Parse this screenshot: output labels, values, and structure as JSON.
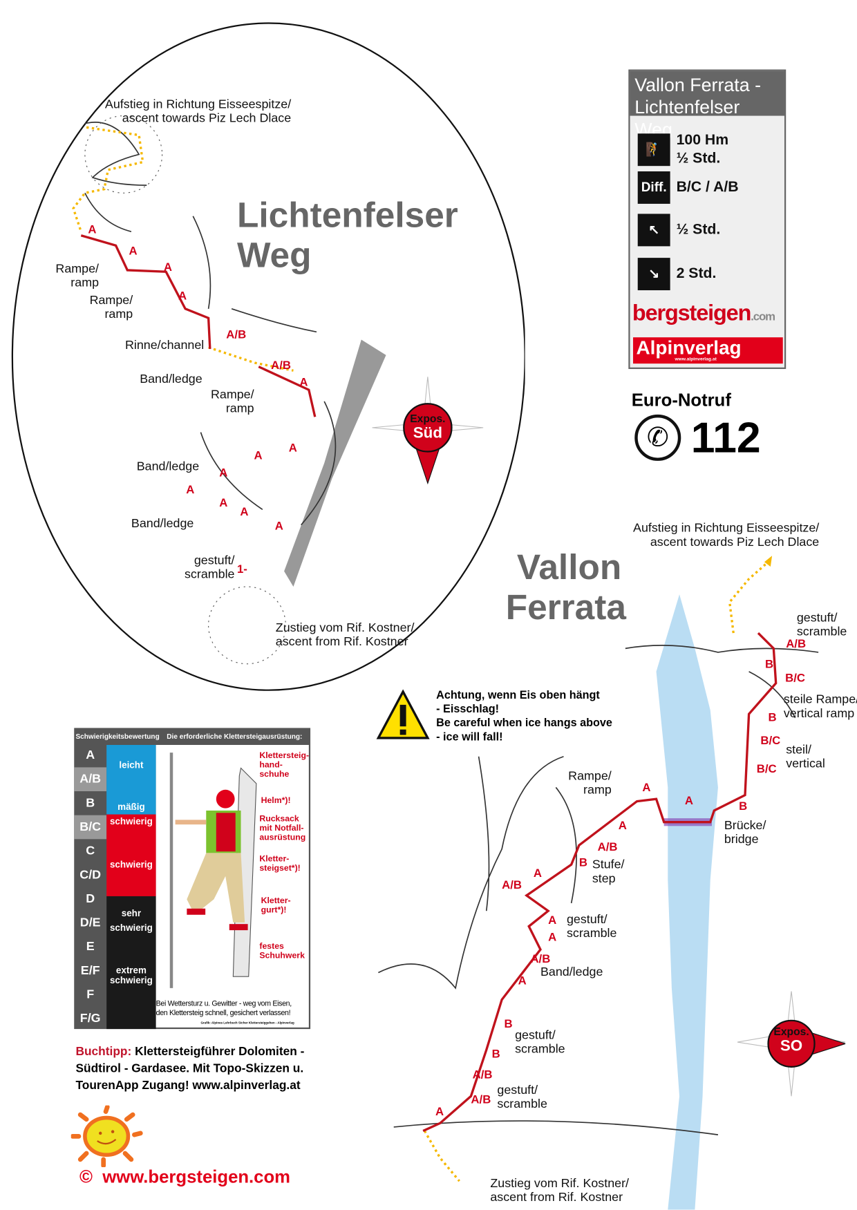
{
  "left_topo": {
    "title_line1": "Lichtenfelser",
    "title_line2": "Weg",
    "labels": [
      "Aufstieg in Richtung Eisseespitze/\nascent towards Piz Lech Dlace",
      "Rampe/\nramp",
      "Rampe/\nramp",
      "Rinne/channel",
      "Band/ledge",
      "Rampe/\nramp",
      "Band/ledge",
      "Band/ledge",
      "gestuft/\nscramble",
      "Zustieg vom Rif. Kostner/\nascent from Rif. Kostner"
    ],
    "grades": [
      "A",
      "A",
      "A",
      "A",
      "A/B",
      "A/B",
      "A",
      "A",
      "A",
      "A",
      "A",
      "A",
      "A",
      "A",
      "1-"
    ],
    "compass": {
      "line1": "Expos.",
      "line2": "Süd"
    }
  },
  "info_box": {
    "title": "Vallon Ferrata - Lichtenfelser Weg",
    "height_gain": "100 Hm",
    "climb_time": "½ Std.",
    "diff_icon": "Diff.",
    "difficulty": "B/C / A/B",
    "approach_time": "½ Std.",
    "descent_time": "2 Std.",
    "logo_bergsteigen": "bergsteigen",
    "logo_com": ".com",
    "logo_alpinverlag": "Alpinverlag",
    "logo_alpinverlag_url": "www.alpinverlag.at"
  },
  "emergency": {
    "label": "Euro-Notruf",
    "number": "112"
  },
  "right_topo": {
    "title_line1": "Vallon",
    "title_line2": "Ferrata",
    "labels": [
      "Aufstieg in Richtung Eisseespitze/\nascent towards Piz Lech Dlace",
      "gestuft/\nscramble",
      "steile Rampe/\nvertical ramp",
      "steil/\nvertical",
      "Rampe/\nramp",
      "Brücke/\nbridge",
      "Stufe/\nstep",
      "gestuft/\nscramble",
      "Band/ledge",
      "gestuft/\nscramble",
      "gestuft/\nscramble",
      "Zustieg vom Rif. Kostner/\nascent from Rif. Kostner"
    ],
    "grades": [
      "A/B",
      "B",
      "B/C",
      "B",
      "B/C",
      "B/C",
      "B",
      "A",
      "A",
      "A",
      "A/B",
      "B",
      "A",
      "A/B",
      "A",
      "A",
      "A/B",
      "A",
      "B",
      "B",
      "A/B",
      "A/B",
      "A"
    ],
    "compass": {
      "line1": "Expos.",
      "line2": "SO"
    }
  },
  "warning": {
    "text": "Achtung, wenn Eis oben hängt\n- Eisschlag!\nBe careful when ice hangs above\n- ice will fall!"
  },
  "difficulty_table": {
    "header_left": "Schwierigkeitsbewertung",
    "header_right": "Die erforderliche Klettersteigausrüstung:",
    "grades": [
      "A",
      "A/B",
      "B",
      "B/C",
      "C",
      "C/D",
      "D",
      "D/E",
      "E",
      "E/F",
      "F",
      "F/G"
    ],
    "bands": [
      "leicht",
      "mäßig",
      "schwierig",
      "schwierig",
      "sehr\nschwierig",
      "extrem\nschwierig"
    ],
    "equipment": [
      "Klettersteig-\nhand-\nschuhe",
      "Helm*)!",
      "Rucksack\nmit Notfall-\nausrüstung",
      "Kletter-\nsteigset*)!",
      "Kletter-\ngurt*)!",
      "festes\nSchuhwerk"
    ],
    "note": "Bei Wettersturz u. Gewitter - weg vom Eisen,\nden Klettersteig schnell, gesichert verlassen!",
    "credit": "Grafik: Alpines Lehrbuch Sicher Klettersteiggehen - Alpinverlag"
  },
  "book_tip": {
    "label": "Buchtipp:",
    "text": " Klettersteigführer Dolomiten - Südtirol - Gardasee. Mit Topo-Skizzen u. TourenApp Zugang! www.alpinverlag.at"
  },
  "footer": {
    "copyright": "©",
    "url": "www.bergsteigen.com"
  },
  "colors": {
    "route": "#c0121c",
    "accent": "#e2001a",
    "dotted": "#f5b800",
    "ice": "#a9d4f0",
    "gray": "#666666"
  }
}
